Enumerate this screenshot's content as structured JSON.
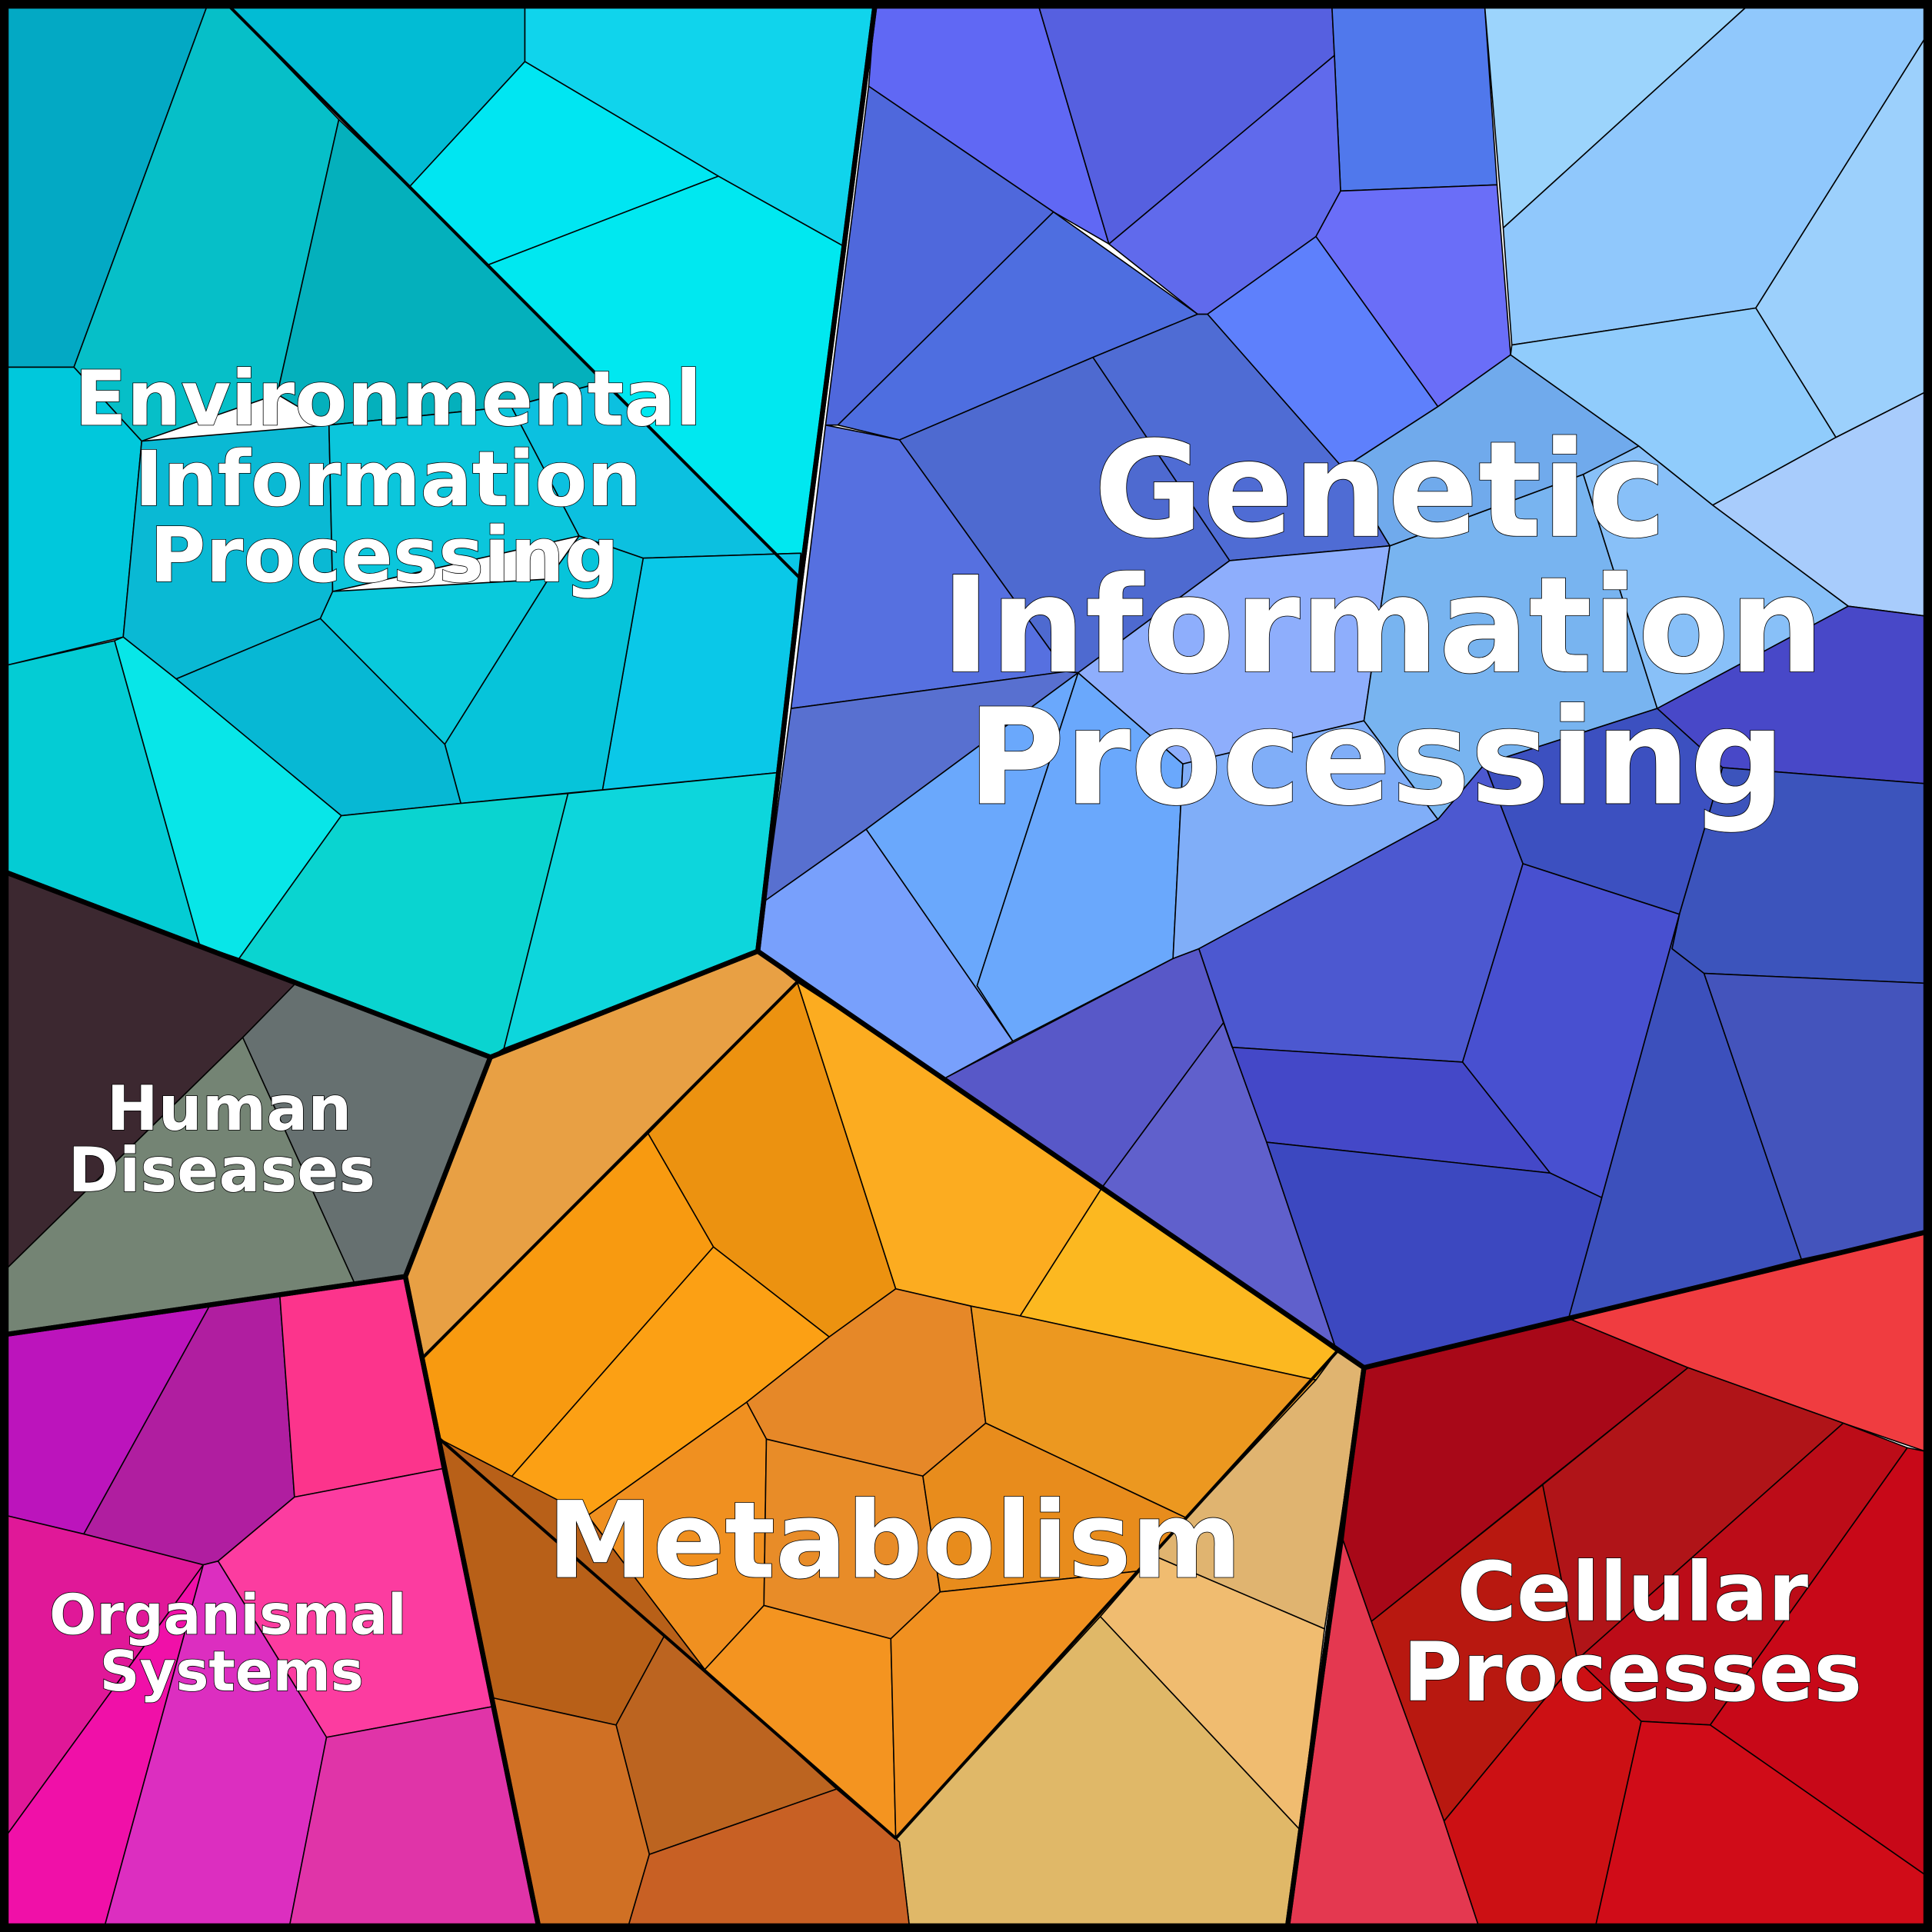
{
  "title": "Voronoi treemap of functional categories",
  "categories": [
    {
      "id": "environmental",
      "lines": [
        "Environmental",
        "Information",
        "Processing"
      ],
      "color": "#0ac8e0"
    },
    {
      "id": "genetic",
      "lines": [
        "Genetic",
        "Information",
        "Processing"
      ],
      "color": "#5a70e0"
    },
    {
      "id": "human-diseases",
      "lines": [
        "Human",
        "Diseases"
      ],
      "color": "#667070"
    },
    {
      "id": "organismal",
      "lines": [
        "Organismal",
        "Systems"
      ],
      "color": "#e030a8"
    },
    {
      "id": "metabolism",
      "lines": [
        "Metabolism"
      ],
      "color": "#f09a20"
    },
    {
      "id": "cellular",
      "lines": [
        "Cellular",
        "Processes"
      ],
      "color": "#c80c18"
    }
  ]
}
